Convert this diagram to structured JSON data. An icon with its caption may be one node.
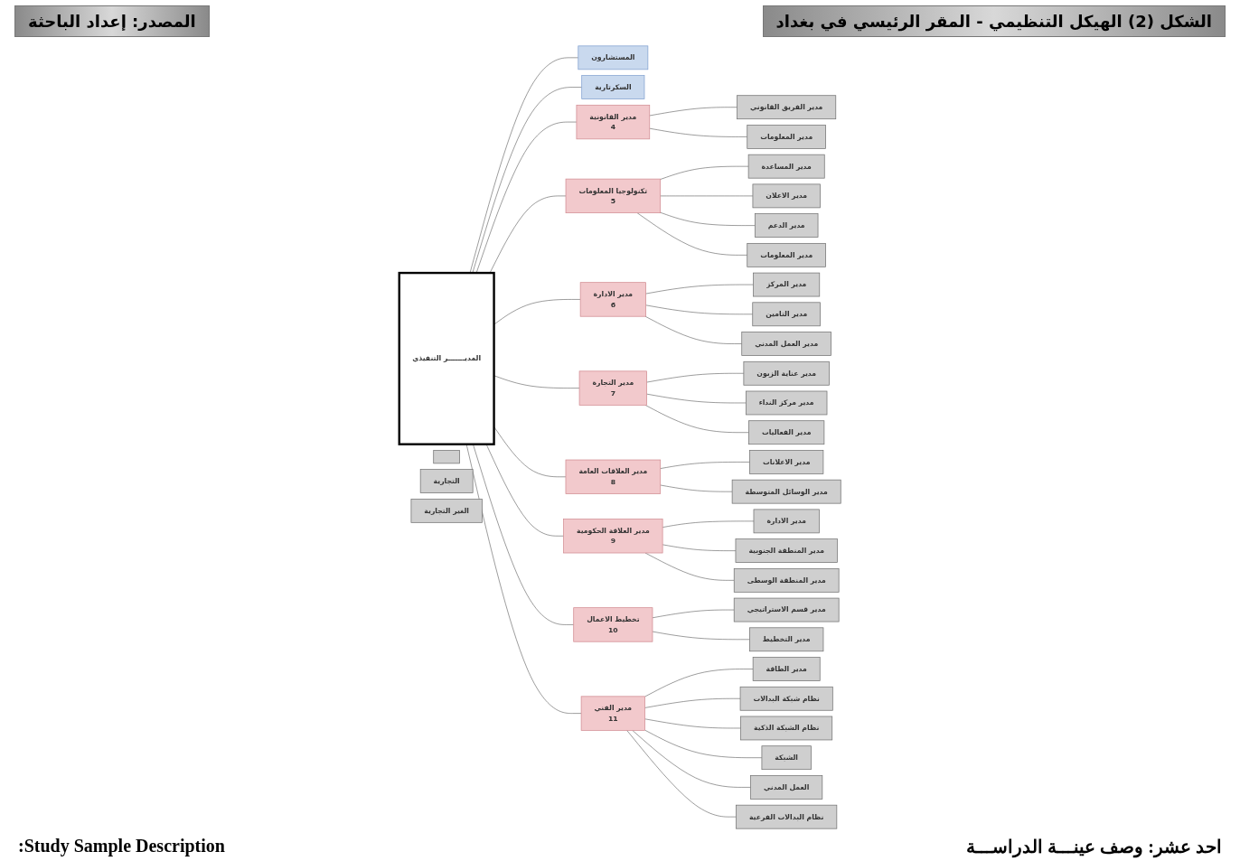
{
  "diagram": {
    "title": "الشكل (2) الهيكل التنظيمي - المقر الرئيسي في بغداد",
    "caption": "المصدر: إعداد الباحثة",
    "nodes": [
      {
        "text": [
          "المديـــــــر التنفيذي"
        ]
      },
      {
        "text": [
          "المستشارون"
        ]
      },
      {
        "text": [
          "السكرتارية"
        ]
      },
      {
        "text": [
          "مدير القانونية",
          "4"
        ]
      },
      {
        "text": [
          "تكنولوجيا المعلومات",
          "5"
        ]
      },
      {
        "text": [
          "مدير الادارة",
          "6"
        ]
      },
      {
        "text": [
          "مدير التجارة",
          "7"
        ]
      },
      {
        "text": [
          "مدير العلاقات العامة",
          "8"
        ]
      },
      {
        "text": [
          "مدير العلاقة الحكومية",
          "9"
        ]
      },
      {
        "text": [
          "تخطيط الاعمال",
          "10"
        ]
      },
      {
        "text": [
          "مدير الفني",
          "11"
        ]
      },
      {
        "text": [],
        "shape": "box"
      },
      {
        "text": [
          "التجارية"
        ]
      },
      {
        "text": [
          "الغير التجارية"
        ]
      },
      {
        "text": [
          "مدير الفريق القانوني"
        ]
      },
      {
        "text": [
          "مدير المعلومات"
        ]
      },
      {
        "text": [
          "مدير المساعدة"
        ]
      },
      {
        "text": [
          "مدير الاعلان"
        ]
      },
      {
        "text": [
          "مدير الدعم"
        ]
      },
      {
        "text": [
          "مدير المعلومات"
        ]
      },
      {
        "text": [
          "مدير المركز"
        ]
      },
      {
        "text": [
          "مدير التامين"
        ]
      },
      {
        "text": [
          "مدير العمل المدني"
        ]
      },
      {
        "text": [
          "مدير عناية الزبون"
        ]
      },
      {
        "text": [
          "مدير مركز النداء"
        ]
      },
      {
        "text": [
          "مدير الفعاليات"
        ]
      },
      {
        "text": [
          "مدير الاعلانات"
        ]
      },
      {
        "text": [
          "مدير الوسائل المتوسطة"
        ]
      },
      {
        "text": [
          "مدير الادارة"
        ]
      },
      {
        "text": [
          "مدير المنطقة الجنوبية"
        ]
      },
      {
        "text": [
          "مدير المنطقة الوسطى"
        ]
      },
      {
        "text": [
          "مدير قسم الاستراتيجي"
        ]
      },
      {
        "text": [
          "مدير التخطيط"
        ]
      },
      {
        "text": [
          "مدير الطاقة"
        ]
      },
      {
        "text": [
          "نظام شبكة البدالات"
        ]
      },
      {
        "text": [
          "نظام الشبكة الذكية"
        ]
      },
      {
        "text": [
          "الشبكة"
        ]
      },
      {
        "text": [
          "العمل المدني"
        ]
      },
      {
        "text": [
          "نظام البدالات الفرعية"
        ]
      }
    ],
    "edges": [
      {
        "from": 0,
        "to": 1,
        "arrow": "none"
      },
      {
        "from": 0,
        "to": 2,
        "arrow": "none"
      },
      {
        "from": 0,
        "to": 3,
        "arrow": "none"
      },
      {
        "from": 0,
        "to": 4,
        "arrow": "none"
      },
      {
        "from": 0,
        "to": 5,
        "arrow": "none"
      },
      {
        "from": 0,
        "to": 6,
        "arrow": "none"
      },
      {
        "from": 0,
        "to": 7,
        "arrow": "none"
      },
      {
        "from": 0,
        "to": 8,
        "arrow": "none"
      },
      {
        "from": 0,
        "to": 9,
        "arrow": "none"
      },
      {
        "from": 0,
        "to": 10,
        "arrow": "none"
      },
      {
        "from": 3,
        "to": 14,
        "arrow": "none"
      },
      {
        "from": 3,
        "to": 15,
        "arrow": "none"
      },
      {
        "from": 4,
        "to": 16,
        "arrow": "none"
      },
      {
        "from": 4,
        "to": 17,
        "arrow": "none"
      },
      {
        "from": 4,
        "to": 18,
        "arrow": "none"
      },
      {
        "from": 4,
        "to": 19,
        "arrow": "none"
      },
      {
        "from": 5,
        "to": 20,
        "arrow": "none"
      },
      {
        "from": 5,
        "to": 21,
        "arrow": "none"
      },
      {
        "from": 5,
        "to": 22,
        "arrow": "none"
      },
      {
        "from": 6,
        "to": 23,
        "arrow": "none"
      },
      {
        "from": 6,
        "to": 24,
        "arrow": "none"
      },
      {
        "from": 6,
        "to": 25,
        "arrow": "none"
      },
      {
        "from": 7,
        "to": 26,
        "arrow": "none"
      },
      {
        "from": 7,
        "to": 27,
        "arrow": "none"
      },
      {
        "from": 8,
        "to": 28,
        "arrow": "none"
      },
      {
        "from": 8,
        "to": 29,
        "arrow": "none"
      },
      {
        "from": 8,
        "to": 30,
        "arrow": "none"
      },
      {
        "from": 9,
        "to": 31,
        "arrow": "none"
      },
      {
        "from": 9,
        "to": 32,
        "arrow": "none"
      },
      {
        "from": 10,
        "to": 33,
        "arrow": "none"
      },
      {
        "from": 10,
        "to": 34,
        "arrow": "none"
      },
      {
        "from": 10,
        "to": 35,
        "arrow": "none"
      },
      {
        "from": 10,
        "to": 36,
        "arrow": "none"
      },
      {
        "from": 10,
        "to": 37,
        "arrow": "none"
      },
      {
        "from": 10,
        "to": 38,
        "arrow": "none"
      }
    ],
    "labels": [
      ":Study Sample Description",
      "احد عشر: وصف عينـــة الدراســـة"
    ]
  }
}
